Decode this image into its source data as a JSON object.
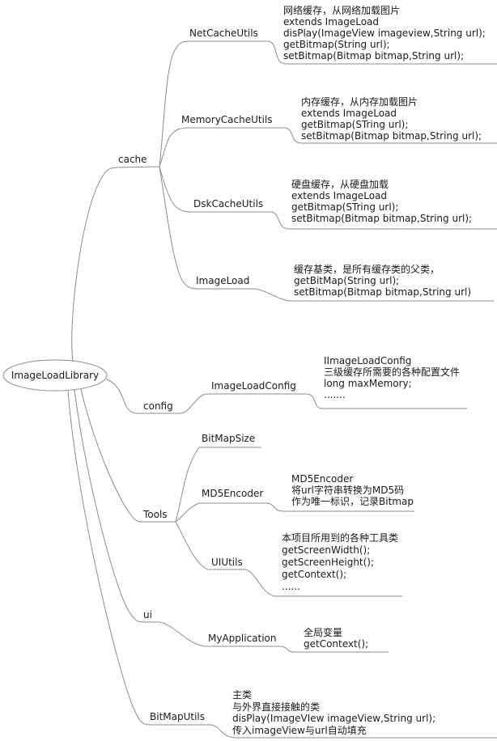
{
  "diagram": {
    "root": "ImageLoadLibrary",
    "branches": {
      "cache": "cache",
      "config": "config",
      "tools": "Tools",
      "ui": "ui",
      "bitmaputils": "BitMapUtils"
    },
    "nodes": {
      "netcacheutils": "NetCacheUtils",
      "memorycacheutils": "MemoryCacheUtils",
      "dskcacheutils": "DskCacheUtils",
      "imageload": "ImageLoad",
      "imageloadconfig": "ImageLoadConfig",
      "bitmapsize": "BitMapSize",
      "md5encoder": "MD5Encoder",
      "uiutils": "UIUtils",
      "myapplication": "MyApplication"
    },
    "details": {
      "netcacheutils": [
        "网络缓存，从网络加载图片",
        "extends ImageLoad",
        "disPlay(ImageView imageview,String url);",
        "getBitmap(String url);",
        "setBitmap(Bitmap bitmap,String url);"
      ],
      "memorycacheutils": [
        "内存缓存，从内存加载图片",
        "extends ImageLoad",
        "getBitmap(STring url);",
        "setBitmap(Bitmap bitmap,String url);"
      ],
      "dskcacheutils": [
        "硬盘缓存，从硬盘加载",
        "extends ImageLoad",
        "getBitmap(STring url);",
        "setBitmap(Bitmap bitmap,String url);"
      ],
      "imageload": [
        "缓存基类，是所有缓存类的父类，",
        "getBitMap(String url);",
        "setBitmap(Bitmap bitmap,String url)"
      ],
      "imageloadconfig": [
        "IImageLoadConfig",
        "三级缓存所需要的各种配置文件",
        "long maxMemory;",
        "......."
      ],
      "md5encoder": [
        "MD5Encoder",
        "将url字符串转换为MD5码",
        "作为唯一标识，记录Bitmap"
      ],
      "uiutils": [
        "本项目所用到的各种工具类",
        "getScreenWidth();",
        "getScreenHeight();",
        "getContext();",
        "......"
      ],
      "myapplication": [
        "全局变量",
        "getContext();"
      ],
      "bitmaputils": [
        "主类",
        "与外界直接接触的类",
        "disPlay(ImageVIew imageView,String url);",
        "传入imageView与url自动填充"
      ]
    },
    "colors": {
      "edge": "#8c8c8c",
      "text": "#1a1a1a",
      "background": "#ffffff"
    }
  }
}
